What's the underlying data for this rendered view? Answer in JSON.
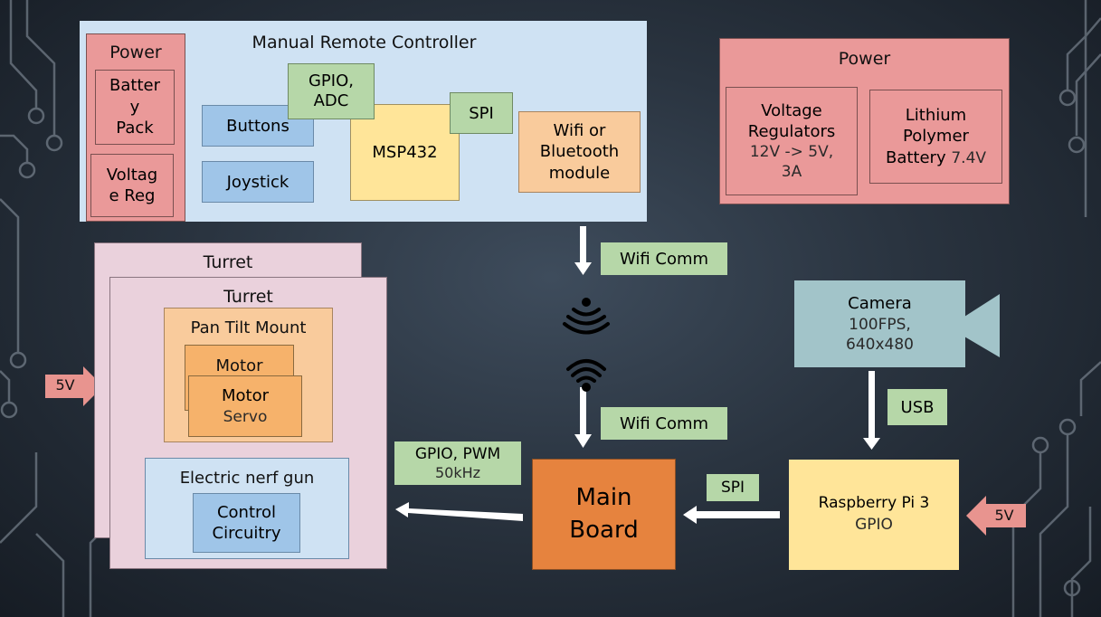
{
  "colors": {
    "remote_bg": "#cfe2f3",
    "power_bg": "#ea9999",
    "green": "#b6d7a8",
    "blue": "#9fc5e8",
    "yellow": "#ffe599",
    "orange_light": "#f9cb9c",
    "orange": "#f6b26b",
    "orange_dark": "#e69138",
    "main_board": "#e6833e",
    "turret_bg": "#ead1dc",
    "camera": "#a2c4c9",
    "arrow_pink": "#e8948f"
  },
  "remote": {
    "title": "Manual Remote Controller",
    "power": {
      "title": "Power",
      "battery": "Batter\ny\nPack",
      "regulator": "Voltag\ne Reg"
    },
    "gpio_adc": "GPIO,\nADC",
    "buttons": "Buttons",
    "joystick": "Joystick",
    "msp": "MSP432",
    "spi": "SPI",
    "wifi_module": "Wifi or\nBluetooth\nmodule"
  },
  "power": {
    "title": "Power",
    "regulators": "Voltage\nRegulators",
    "regulators_spec": "12V -> 5V,\n3A",
    "battery": "Lithium\nPolymer\nBattery",
    "battery_spec": "7.4V"
  },
  "links": {
    "wifi_comm_top": "Wifi Comm",
    "wifi_comm_bottom": "Wifi Comm",
    "usb": "USB",
    "spi": "SPI",
    "gpio_pwm": "GPIO, PWM",
    "gpio_pwm_freq": "50kHz"
  },
  "turret": {
    "back_title": "Turret",
    "front_title": "Turret",
    "pan_tilt": "Pan Tilt Mount",
    "motor_back": "Motor",
    "motor_front": "Motor",
    "servo": "Servo",
    "nerf": "Electric nerf gun",
    "control": "Control\nCircuitry",
    "input_voltage": "5V"
  },
  "camera": {
    "title": "Camera",
    "spec": "100FPS,\n640x480"
  },
  "main_board": "Main\nBoard",
  "raspberry": {
    "title": "Raspberry Pi 3",
    "spec": "GPIO",
    "input_voltage": "5V"
  },
  "icons": {
    "wifi_broadcast": "wifi-broadcast-icon",
    "wifi_receive": "wifi-icon"
  }
}
